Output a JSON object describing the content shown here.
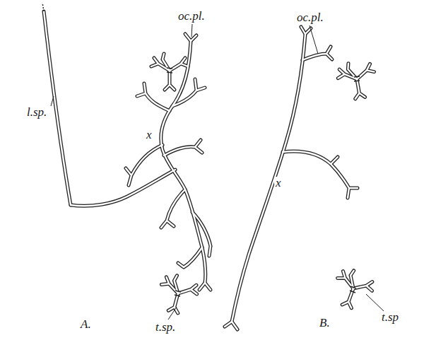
{
  "diagram": {
    "labels": [
      "oc.pl.",
      "l.sp.",
      "x",
      "t.sp.",
      "A.",
      "oc.pl.",
      "x",
      "t.sp",
      "B."
    ]
  }
}
